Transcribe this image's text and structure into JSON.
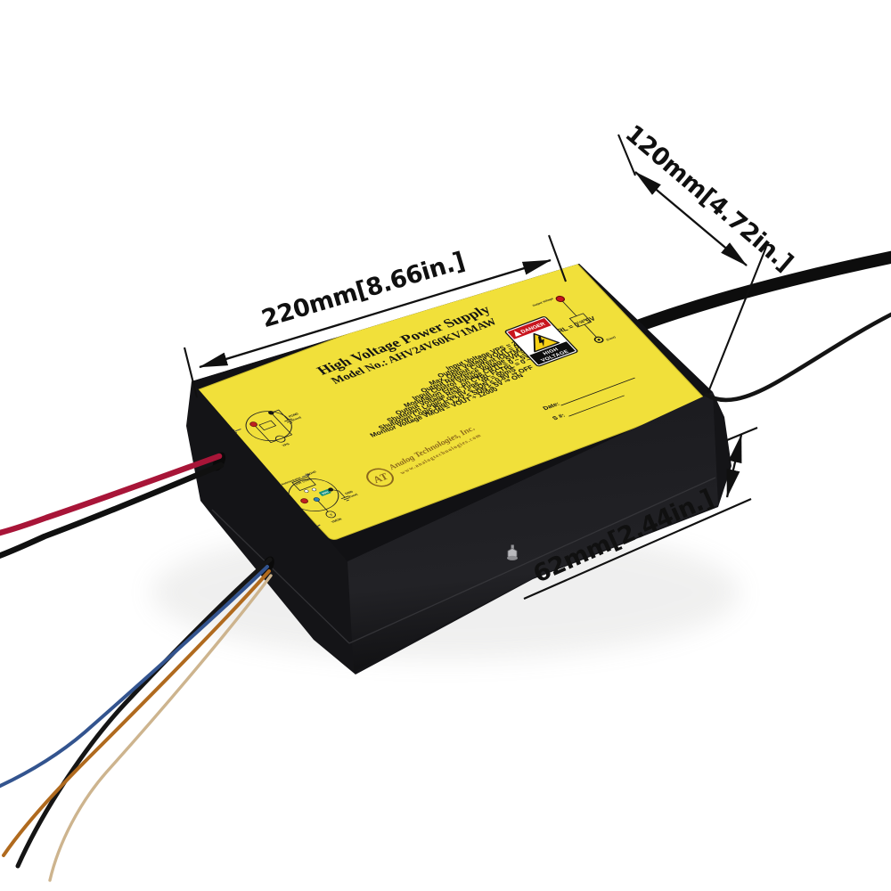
{
  "dimensions": {
    "length": "220mm[8.66in.]",
    "depth": "120mm[4.72in.]",
    "height": "62mm[2.44in.]"
  },
  "label": {
    "title": "High Voltage Power Supply",
    "model": "Model No.: AHV24V60KV1MAW",
    "specs": [
      "Input Voltage VPS = 24V ± 1V",
      "Output Voltage VOUT = 0 ~ 60kV@CTRL = 0 ~ 5V",
      "Max. Output Current IOUTMAX = 1mA",
      "Output Reference Voltage 5VR = 5V ± 0.05V",
      "Input Control Voltage CRTL = 0 ~ 5V",
      "Modulation Freq. on CTRL FCTRL = 0 ~ 12Hz",
      "Output Voltage Rise Time, tR = 50mS",
      "Shutdown Logic Low 0V ≤ SDN ≤ 0.8V ⇒ OFF",
      "Shutdown Logic High 1.2V ≤ SDN ≤ 5V ⇒ ON",
      "Monitor Voltage VMON = VOUT ÷ 12000"
    ],
    "danger": {
      "header": "DANGER",
      "line1": "HIGH",
      "line2": "VOLTAGE"
    },
    "fields": {
      "date": "Date:",
      "serial": "S #:"
    },
    "input_diagram": {
      "vps": "VPS",
      "pgnd": "PGND",
      "case": "(Case)"
    },
    "control_diagram": {
      "direction": "Anticlockwise",
      "v5r": "5VR",
      "ctrl": "CTRL",
      "sgnd": "SGND",
      "sdn": "SDN",
      "gnd": "GND",
      "case": "(Case)",
      "vmon": "VMON",
      "meter": "V"
    },
    "output_diagram": {
      "source": "Output Voltage",
      "load": "Load",
      "case": "(Case)"
    },
    "brand": {
      "monogram": "AT",
      "company": "Analog Technologies, Inc.",
      "website": "www.analogtechnologies.com"
    }
  },
  "colors": {
    "label_yellow": "#f1e03a",
    "danger_red": "#c9151e",
    "brand_gold": "#8a671c",
    "wire_red": "#a81538",
    "wire_blue": "#33548f",
    "wire_orange": "#b06a1e",
    "wire_tan": "#cdb48e"
  }
}
